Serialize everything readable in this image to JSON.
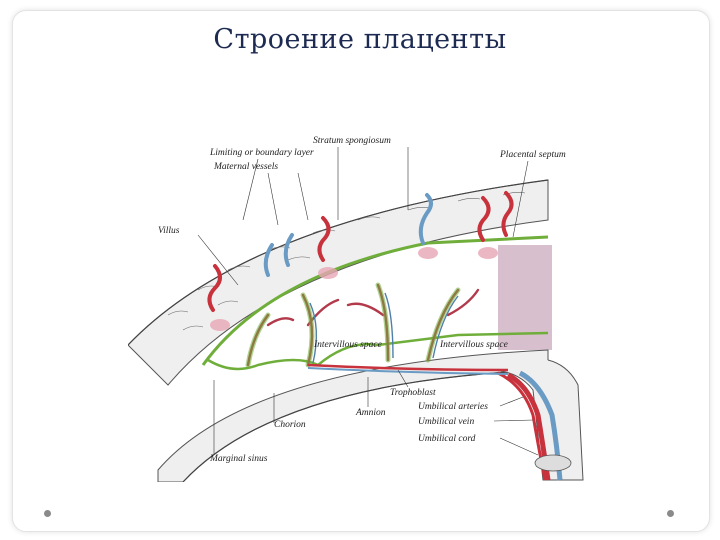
{
  "slide": {
    "title": "Строение плаценты"
  },
  "figure": {
    "labels": {
      "stratum_spongiosum": "Stratum spongiosum",
      "limiting_layer": "Limiting or boundary layer",
      "maternal_vessels": "Maternal vessels",
      "placental_septum": "Placental septum",
      "villus": "Villus",
      "intervillous_space_left": "Intervillous space",
      "intervillous_space_right": "Intervillous space",
      "trophoblast": "Trophoblast",
      "amnion": "Amnion",
      "umbilical_arteries": "Umbilical arteries",
      "umbilical_vein": "Umbilical vein",
      "umbilical_cord": "Umbilical cord",
      "chorion": "Chorion",
      "marginal_sinus": "Marginal sinus"
    },
    "colors": {
      "artery": "#c8323c",
      "vein": "#6a9bc4",
      "boundary": "#6fae3a",
      "decidua": "#c9a9bc"
    }
  }
}
